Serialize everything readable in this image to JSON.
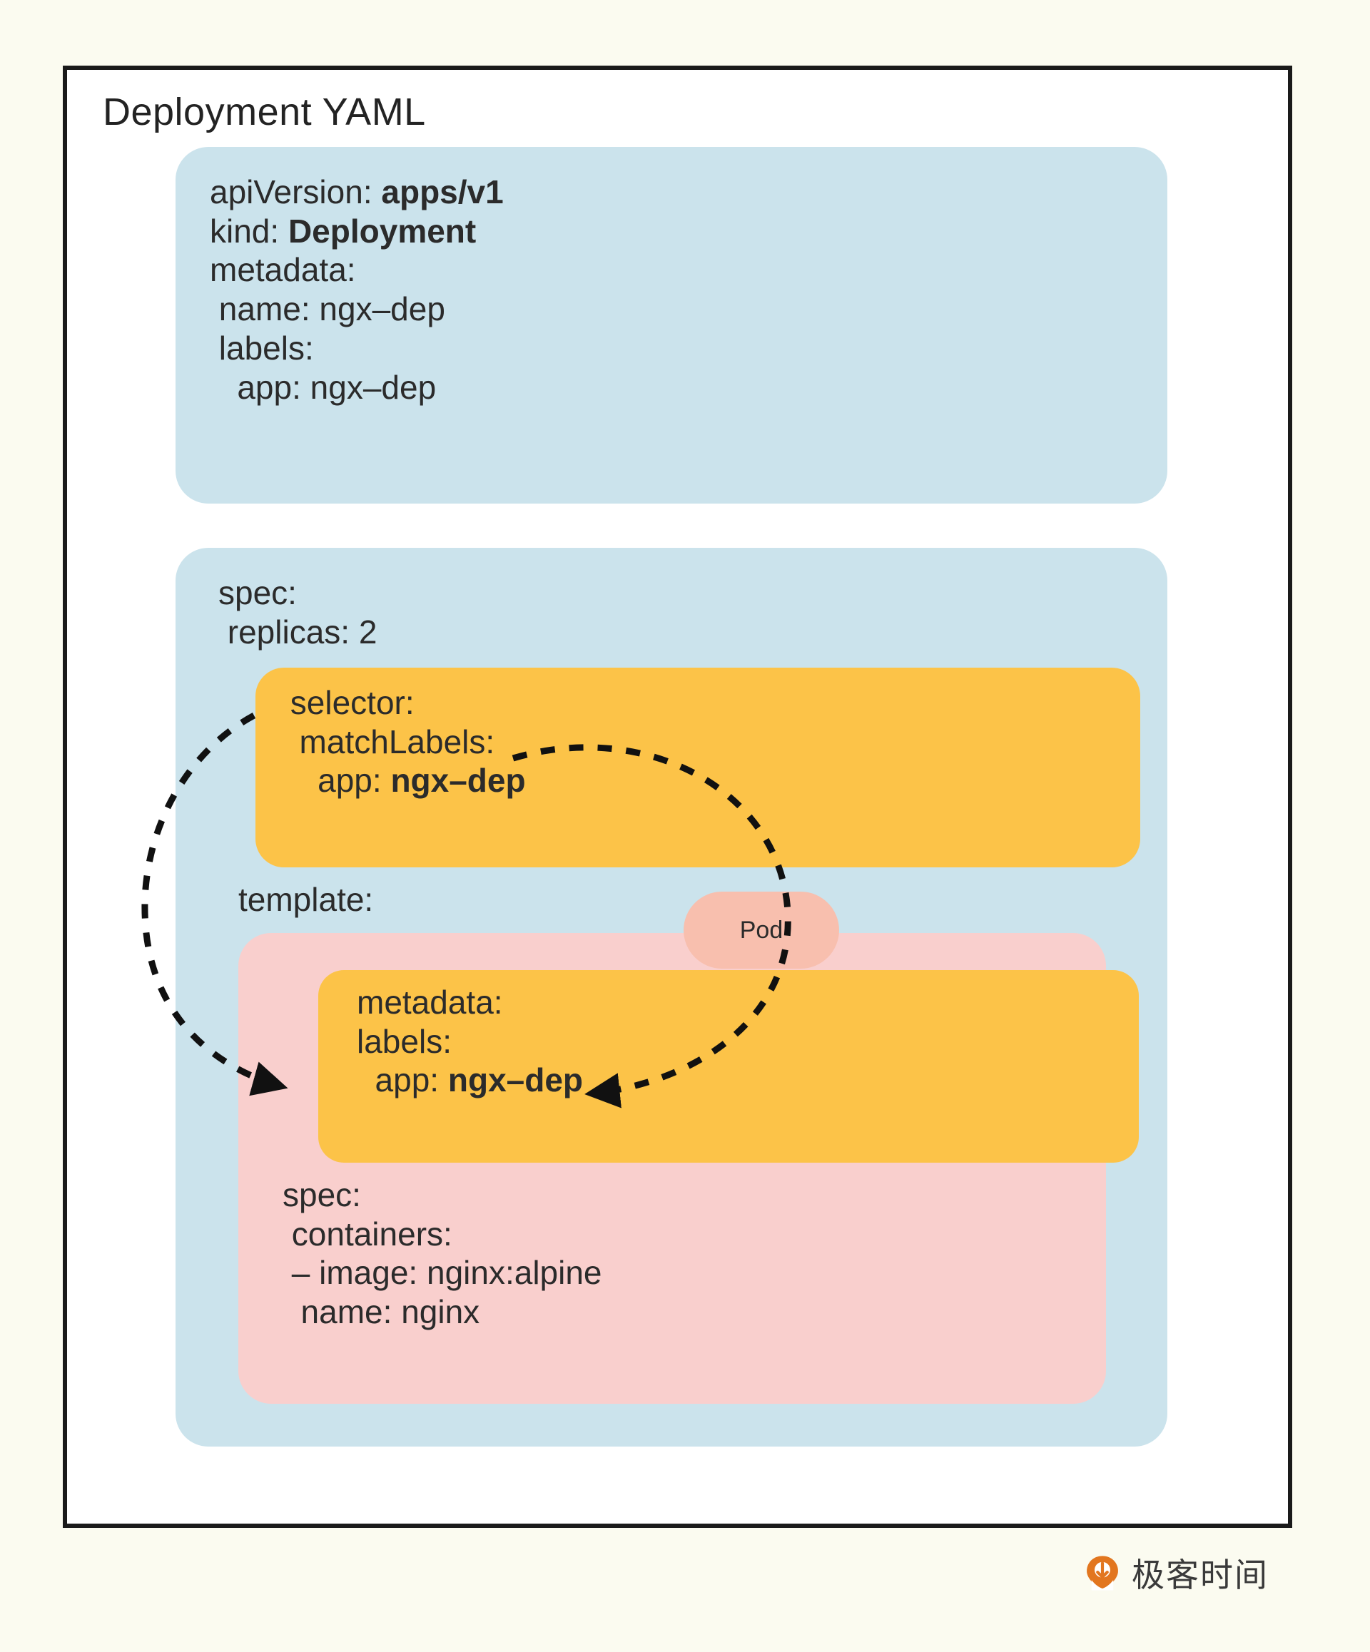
{
  "page": {
    "background_color": "#fbfbf0",
    "card_border_color": "#1a1a1a",
    "title": "Deployment YAML"
  },
  "palette": {
    "blue": "#cbe3ec",
    "yellow": "#fcc348",
    "pink": "#f9cfcd",
    "peach": "#f8bfae",
    "text": "#2b2b2b",
    "arrow": "#111111",
    "brand_orange": "#e2761f"
  },
  "metadata_block": {
    "name": "metadata-block",
    "color": "blue",
    "lines": [
      {
        "indent": 0,
        "text": "apiVersion: ",
        "value": "apps/v1",
        "bold_value": true
      },
      {
        "indent": 0,
        "text": "kind: ",
        "value": "Deployment",
        "bold_value": true
      },
      {
        "indent": 0,
        "text": "metadata:",
        "value": "",
        "bold_value": false
      },
      {
        "indent": 1,
        "text": "name: ngx-dep",
        "value": "",
        "bold_value": false
      },
      {
        "indent": 1,
        "text": "labels:",
        "value": "",
        "bold_value": false
      },
      {
        "indent": 2,
        "text": "app: ngx-dep",
        "value": "",
        "bold_value": false
      }
    ]
  },
  "spec_block": {
    "name": "spec-block",
    "color": "blue",
    "lines": [
      {
        "indent": 0,
        "text": "spec:"
      },
      {
        "indent": 1,
        "text": "replicas: 2"
      }
    ],
    "template_label": "template:"
  },
  "selector_block": {
    "name": "selector-block",
    "color": "yellow",
    "lines": [
      {
        "indent": 0,
        "text": "selector:",
        "value": "",
        "bold_value": false
      },
      {
        "indent": 1,
        "text": "matchLabels:",
        "value": "",
        "bold_value": false
      },
      {
        "indent": 2,
        "text": "app: ",
        "value": "ngx-dep",
        "bold_value": true
      }
    ]
  },
  "pod_block": {
    "name": "pod-template-block",
    "color": "pink",
    "badge_label": "Pod",
    "metadata_lines": [
      {
        "indent": 0,
        "text": "metadata:",
        "value": "",
        "bold_value": false
      },
      {
        "indent": 0,
        "text": "labels:",
        "value": "",
        "bold_value": false
      },
      {
        "indent": 1,
        "text": "app: ",
        "value": "ngx-dep",
        "bold_value": true
      }
    ],
    "spec_lines": [
      {
        "indent": 0,
        "text": "spec:"
      },
      {
        "indent": 1,
        "text": "containers:"
      },
      {
        "indent": 1,
        "text": "- image: nginx:alpine"
      },
      {
        "indent": 2,
        "text": "name: nginx"
      }
    ]
  },
  "annotations": {
    "arrow_style": "dashed",
    "connections": [
      {
        "from": "selector.matchLabels",
        "to": "template.metadata.labels"
      },
      {
        "from": "selector.matchLabels.app",
        "to": "template.metadata.labels.app"
      }
    ]
  },
  "brand": {
    "name": "极客时间",
    "mark": "geektime-logo-icon"
  }
}
